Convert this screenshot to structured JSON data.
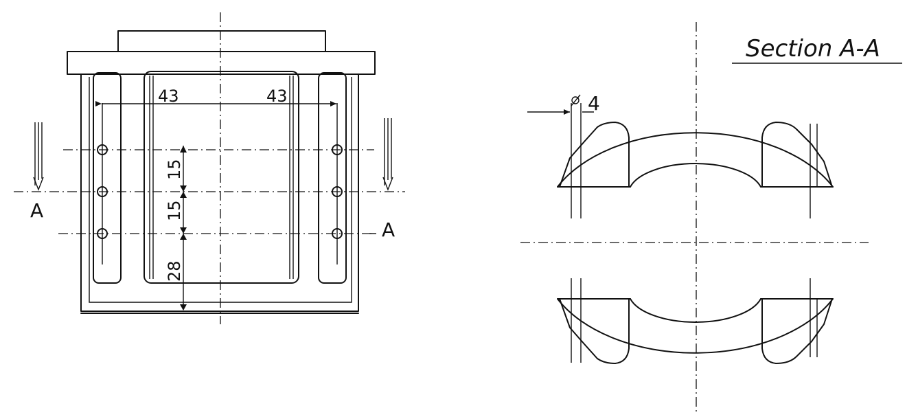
{
  "section_title": "Section A-A",
  "section_marker": "A",
  "dimensions": {
    "width_left": "43",
    "width_right": "43",
    "pitch_upper": "15",
    "pitch_lower": "15",
    "edge_distance": "28",
    "hole_offset": "4"
  }
}
